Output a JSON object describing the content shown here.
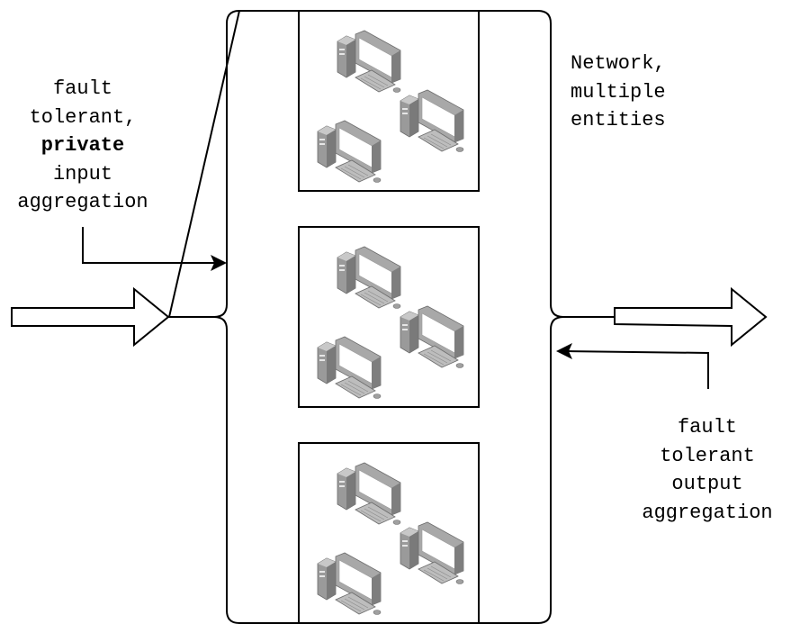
{
  "labels": {
    "input_aggregation": {
      "line1": "fault",
      "line2": "tolerant,",
      "line3": "private",
      "line4": "input",
      "line5": "aggregation"
    },
    "network": {
      "line1": "Network,",
      "line2": "multiple",
      "line3": "entities"
    },
    "output_aggregation": {
      "line1": "fault",
      "line2": "tolerant",
      "line3": "output",
      "line4": "aggregation"
    }
  },
  "icons": {
    "cluster_icon": "desktop-computer-icon",
    "arrow_in": "block-arrow-right-icon",
    "arrow_out": "block-arrow-right-icon"
  },
  "colors": {
    "stroke": "#000000",
    "background": "#ffffff",
    "computer_case": "#8a8a8a",
    "computer_screen": "#ffffff"
  },
  "clusters": [
    {
      "name": "cluster-top",
      "computers": 3
    },
    {
      "name": "cluster-middle",
      "computers": 3
    },
    {
      "name": "cluster-bottom",
      "computers": 3
    }
  ]
}
